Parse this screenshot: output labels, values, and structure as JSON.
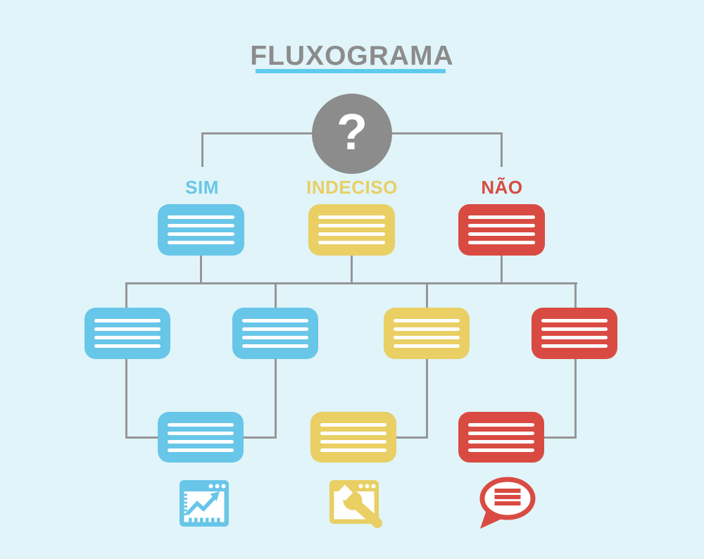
{
  "title": "FLUXOGRAMA",
  "root_symbol": "?",
  "branch_labels": {
    "yes": "SIM",
    "undecided": "INDECISO",
    "no": "NÃO"
  },
  "palette": {
    "background": "#e0f4f9",
    "blue": "#68c6e8",
    "yellow": "#e9cf64",
    "red": "#d94b42",
    "gray": "#8c8c8c",
    "connector": "#969696",
    "underline": "#5ecbee",
    "placeholder_line": "#ffffff"
  },
  "rows": {
    "row1": [
      "blue",
      "yellow",
      "red"
    ],
    "row2": [
      "blue",
      "blue",
      "yellow",
      "red"
    ],
    "row3": [
      "blue",
      "yellow",
      "red"
    ]
  },
  "icons": [
    {
      "name": "line-chart-window-icon",
      "color": "blue"
    },
    {
      "name": "wrench-window-icon",
      "color": "yellow"
    },
    {
      "name": "speech-bubble-icon",
      "color": "red"
    }
  ]
}
